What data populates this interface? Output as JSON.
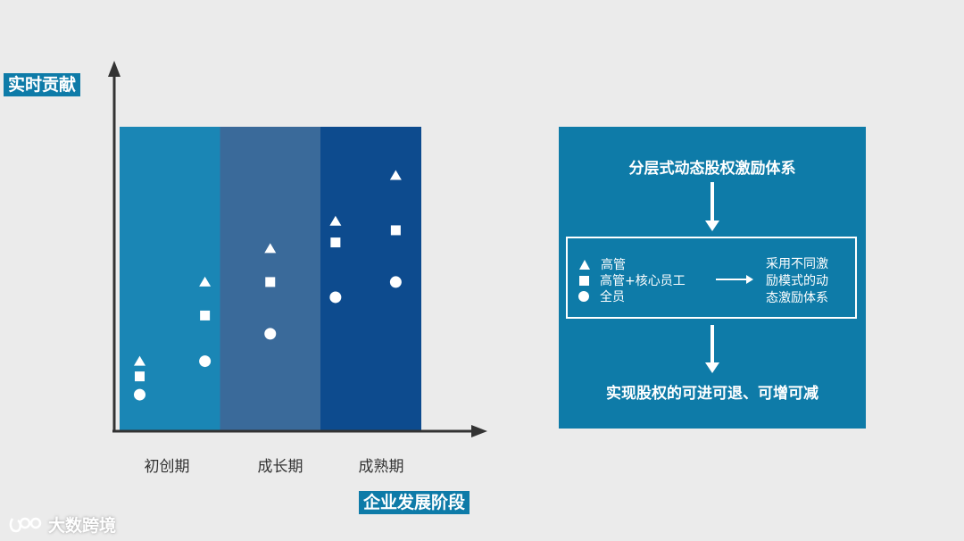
{
  "y_axis_label": "实时贡献",
  "x_axis_label": "企业发展阶段",
  "stages": [
    {
      "label": "初创期",
      "color": "#1a86b5"
    },
    {
      "label": "成长期",
      "color": "#3a6a9a"
    },
    {
      "label": "成熟期",
      "color": "#0d4b8e"
    }
  ],
  "chart_data": {
    "type": "scatter",
    "x_categories": [
      "初创期",
      "成长期",
      "成熟期"
    ],
    "series": [
      {
        "name": "高管",
        "marker": "triangle",
        "points": [
          [
            0.2,
            0.23
          ],
          [
            0.85,
            0.49
          ],
          [
            1.5,
            0.6
          ],
          [
            2.15,
            0.69
          ],
          [
            2.75,
            0.84
          ]
        ]
      },
      {
        "name": "高管+核心员工",
        "marker": "square",
        "points": [
          [
            0.2,
            0.18
          ],
          [
            0.85,
            0.38
          ],
          [
            1.5,
            0.49
          ],
          [
            2.15,
            0.62
          ],
          [
            2.75,
            0.66
          ]
        ]
      },
      {
        "name": "全员",
        "marker": "circle",
        "points": [
          [
            0.2,
            0.12
          ],
          [
            0.85,
            0.23
          ],
          [
            1.5,
            0.32
          ],
          [
            2.15,
            0.44
          ],
          [
            2.75,
            0.49
          ]
        ]
      }
    ]
  },
  "panel": {
    "title": "分层式动态股权激励体系",
    "legend": [
      "高管",
      "高管+核心员工",
      "全员"
    ],
    "result_lines": [
      "采用不同激",
      "励模式的动",
      "态激励体系"
    ],
    "conclusion": "实现股权的可进可退、可增可减",
    "color": "#0e7ba8"
  },
  "watermark": {
    "text": "大数跨境",
    "logo": "logo-icon"
  }
}
